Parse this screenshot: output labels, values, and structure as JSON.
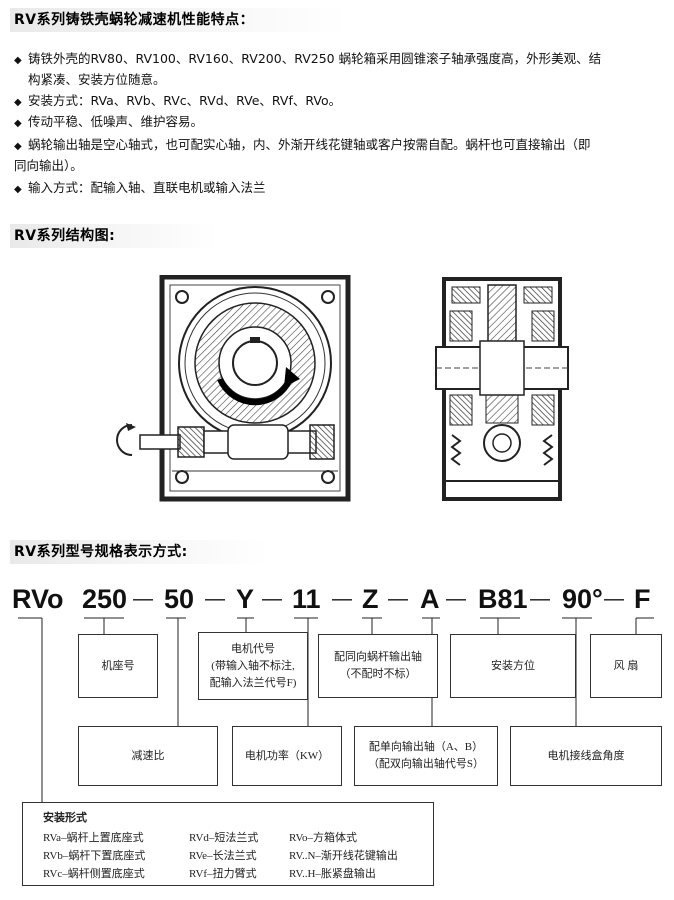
{
  "sections": {
    "features_title": "RV系列铸铁壳蜗轮减速机性能特点：",
    "structure_title": "RV系列结构图:",
    "model_title": "RV系列型号规格表示方式:"
  },
  "bullet_symbol": "◆",
  "features": [
    {
      "line1": "铸铁外壳的RV80、RV100、RV160、RV200、RV250 蜗轮箱采用圆锥滚子轴承强度高，外形美观、结",
      "line2": "构紧凑、安装方位随意。"
    },
    {
      "line1": "安装方式：RVa、RVb、RVc、RVd、RVe、RVf、RVo。"
    },
    {
      "line1": "传动平稳、低噪声、维护容易。"
    },
    {
      "line1": "蜗轮输出轴是空心轴式，也可配实心轴，内、外渐开线花键轴或客户按需自配。蜗杆也可直接输出（即",
      "line2": "同向输出）。"
    },
    {
      "line1": "输入方式：配输入轴、直联电机或输入法兰"
    }
  ],
  "model_code": {
    "parts": [
      "RVo",
      "250",
      "50",
      "Y",
      "11",
      "Z",
      "A",
      "B81",
      "90°",
      "F"
    ],
    "dash": "—"
  },
  "boxes": {
    "frame": "机座号",
    "motor_code_1": "电机代号",
    "motor_code_2": "(带输入轴不标注,",
    "motor_code_3": "配输入法兰代号F)",
    "coaxial_1": "配同向蜗杆输出轴",
    "coaxial_2": "（不配时不标）",
    "mount_pos": "安装方位",
    "fan": "风  扇",
    "ratio": "减速比",
    "power": "电机功率（KW）",
    "single_out_1": "配单向输出轴（A、B）",
    "single_out_2": "（配双向输出轴代号S）",
    "box_angle": "电机接线盒角度"
  },
  "legend": {
    "title": "安装形式",
    "items": [
      "RVa–蜗杆上置底座式",
      "RVd–短法兰式",
      "RVo–方箱体式",
      "RVb–蜗杆下置底座式",
      "RVe–长法兰式",
      "RV..N–渐开线花键输出",
      "RVc–蜗杆侧置底座式",
      "RVf–扭力臂式",
      "RV..H–胀紧盘输出"
    ]
  },
  "colors": {
    "line": "#222222",
    "hatch": "#555555",
    "title_bg": "#eeeeee"
  }
}
